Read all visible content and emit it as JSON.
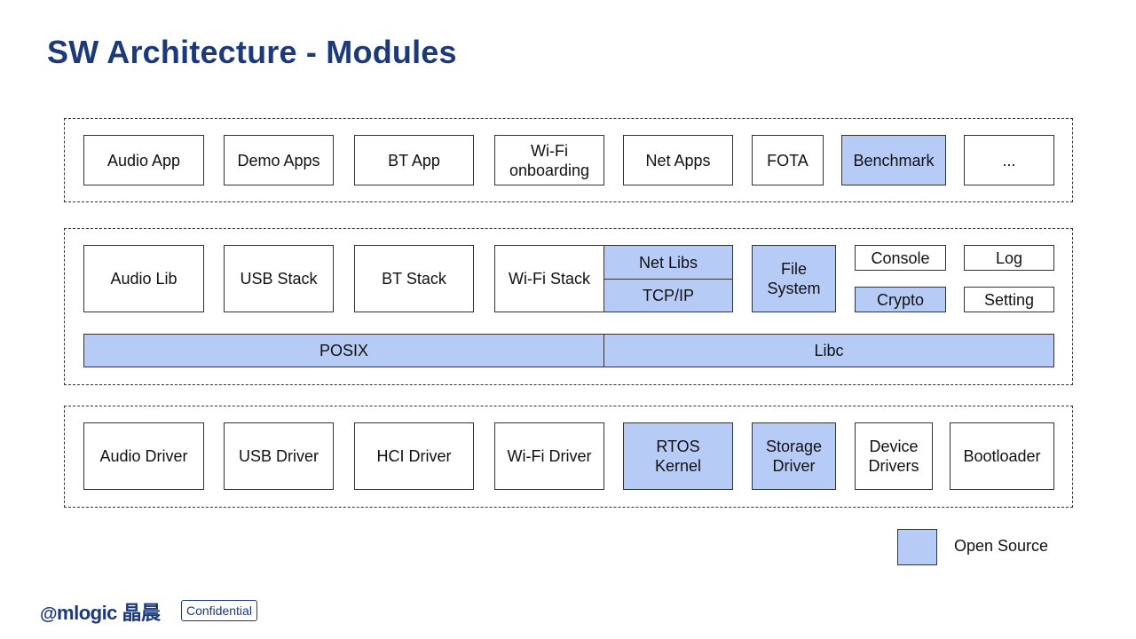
{
  "title": "SW Architecture - Modules",
  "colors": {
    "open_source_fill": "#b7cbf7",
    "title": "#1c3a7a",
    "border": "#333333"
  },
  "layers": {
    "apps": {
      "audio_app": "Audio App",
      "demo_apps": "Demo Apps",
      "bt_app": "BT App",
      "wifi_onboarding": "Wi-Fi\nonboarding",
      "net_apps": "Net Apps",
      "fota": "FOTA",
      "benchmark": "Benchmark",
      "more": "..."
    },
    "middleware": {
      "audio_lib": "Audio Lib",
      "usb_stack": "USB Stack",
      "bt_stack": "BT Stack",
      "wifi_stack": "Wi-Fi Stack",
      "net_libs": "Net Libs",
      "tcpip": "TCP/IP",
      "file_system": "File\nSystem",
      "console": "Console",
      "log": "Log",
      "crypto": "Crypto",
      "setting": "Setting",
      "posix": "POSIX",
      "libc": "Libc"
    },
    "kernel": {
      "audio_driver": "Audio Driver",
      "usb_driver": "USB Driver",
      "hci_driver": "HCI Driver",
      "wifi_driver": "Wi-Fi Driver",
      "rtos_kernel": "RTOS\nKernel",
      "storage_driver": "Storage\nDriver",
      "device_drivers": "Device\nDrivers",
      "bootloader": "Bootloader"
    }
  },
  "legend": {
    "label": "Open Source",
    "color": "#b7cbf7"
  },
  "footer": {
    "logo_text": "mlogic 晶晨",
    "confidential": "Confidential"
  }
}
